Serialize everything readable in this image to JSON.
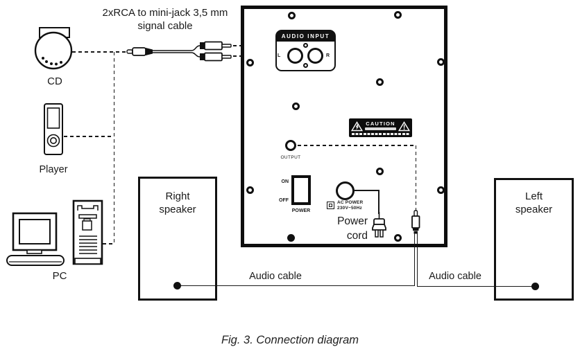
{
  "signal_cable": {
    "label_line1": "2xRCA to mini-jack 3,5 mm",
    "label_line2": "signal cable"
  },
  "devices": {
    "cd": "CD",
    "player": "Player",
    "pc": "PC"
  },
  "panel": {
    "audio_input": {
      "title": "AUDIO INPUT",
      "left": "L",
      "right": "R"
    },
    "caution": {
      "title": "CAUTION"
    },
    "output_label": "OUTPUT",
    "power_switch": {
      "on": "ON",
      "off": "OFF",
      "label": "POWER"
    },
    "ac_power": {
      "line1": "AC POWER",
      "line2": "230V~50Hz"
    }
  },
  "power_cord": {
    "line1": "Power",
    "line2": "cord"
  },
  "speakers": {
    "right_line1": "Right",
    "right_line2": "speaker",
    "left_line1": "Left",
    "left_line2": "speaker"
  },
  "audio_cables": {
    "right": "Audio cable",
    "left": "Audio cable"
  },
  "caption": "Fig. 3. Connection diagram"
}
